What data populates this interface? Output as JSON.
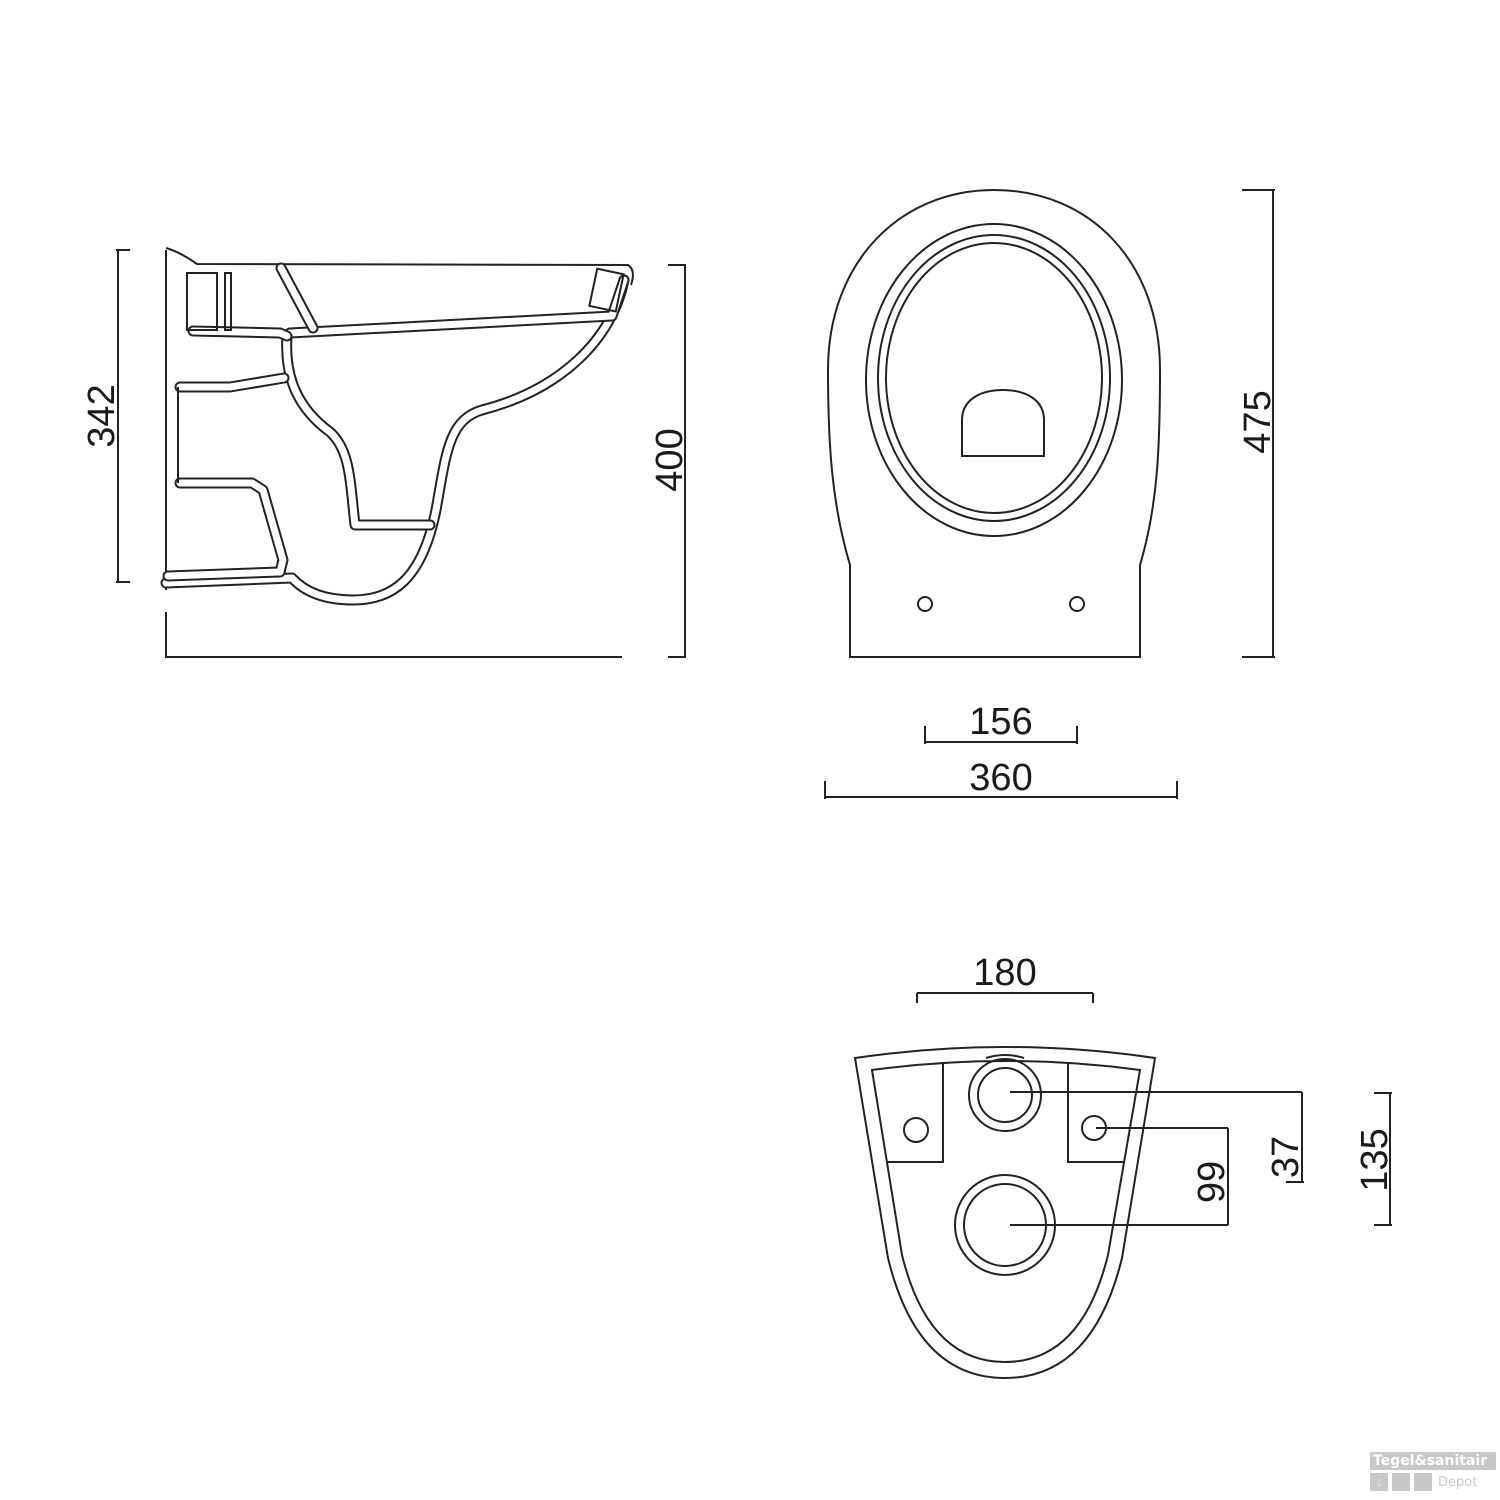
{
  "side_view": {
    "dimensions": {
      "height_total": "342",
      "height_to_rim": "400"
    }
  },
  "front_view": {
    "dimensions": {
      "length": "475",
      "hole_spacing": "156",
      "width": "360"
    }
  },
  "rear_view": {
    "dimensions": {
      "top_width": "180",
      "inlet_offset": "37",
      "outlet_offset": "99",
      "overall": "135"
    }
  },
  "watermark": {
    "brand": "Tegel&sanitair",
    "sub": "Depot",
    "icon": "water-drop-icon"
  }
}
